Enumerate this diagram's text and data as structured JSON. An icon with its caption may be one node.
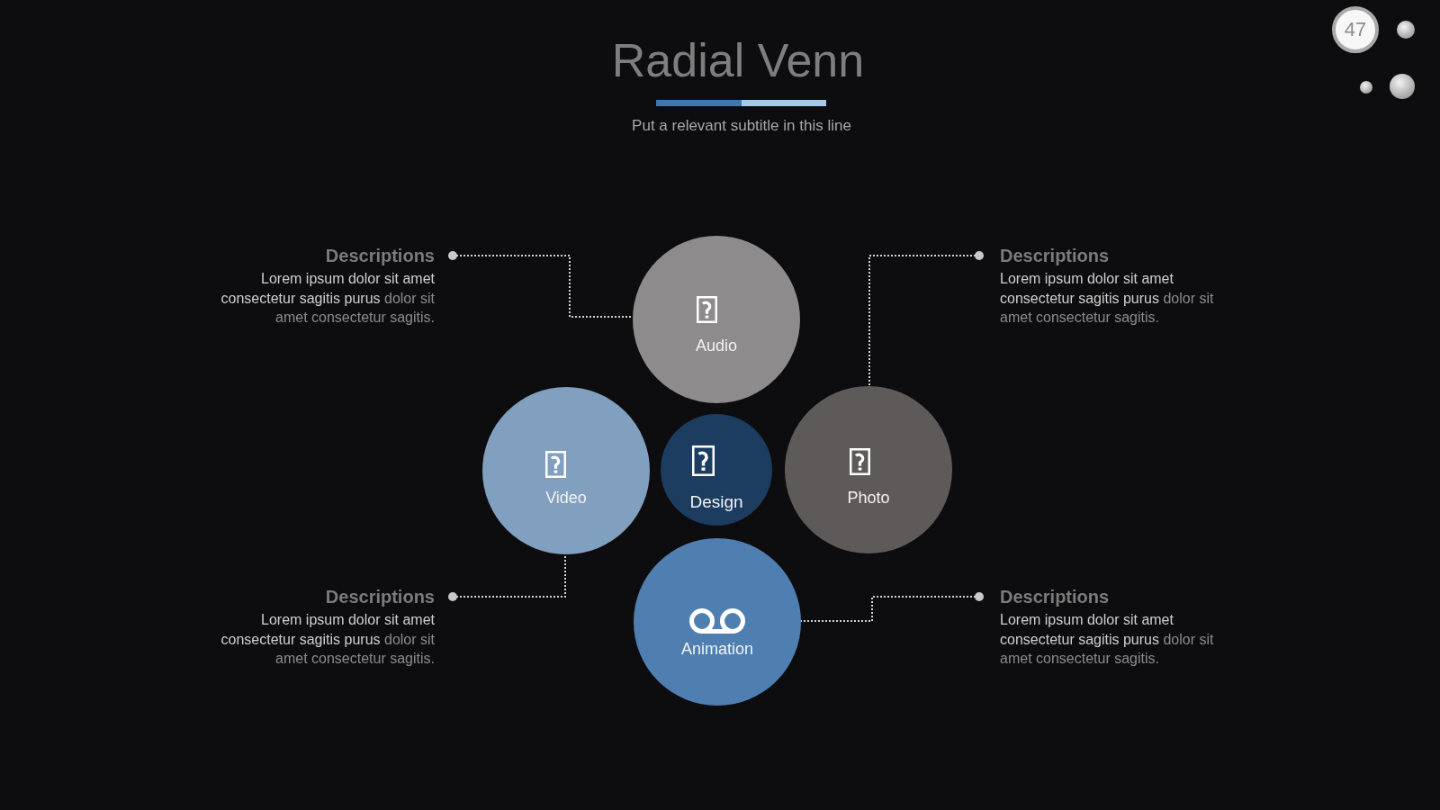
{
  "diagram": {
    "title": "Radial Venn",
    "nodes": [
      {
        "text": [
          "47"
        ]
      },
      {
        "text": [
          "Descriptions",
          "**Lorem ipsum dolor sit amet consectetur sagitis purus** dolor sit amet consectetur sagitis."
        ]
      },
      {
        "text": [
          "Audio"
        ]
      },
      {
        "text": [
          "Descriptions",
          "**Lorem ipsum dolor sit amet consectetur sagitis purus** dolor sit amet consectetur sagitis."
        ]
      },
      {
        "text": [
          "Video"
        ]
      },
      {
        "text": [
          "Design"
        ]
      },
      {
        "text": [
          "Photo"
        ]
      },
      {
        "text": [
          "Descriptions",
          "**Lorem ipsum dolor sit amet consectetur sagitis purus** dolor sit amet consectetur sagitis."
        ]
      },
      {
        "text": [
          "Animation"
        ]
      },
      {
        "text": [
          "Descriptions",
          "**Lorem ipsum dolor sit amet consectetur sagitis purus** dolor sit amet consectetur sagitis."
        ]
      }
    ],
    "edges": [
      {
        "from": 1,
        "to": 2,
        "arrow": "other"
      },
      {
        "from": 3,
        "to": 6,
        "arrow": "other"
      },
      {
        "from": 7,
        "to": 4,
        "arrow": "other"
      },
      {
        "from": 9,
        "to": 8,
        "arrow": "other"
      }
    ],
    "labels": [
      "Put a relevant subtitle in this line"
    ]
  }
}
